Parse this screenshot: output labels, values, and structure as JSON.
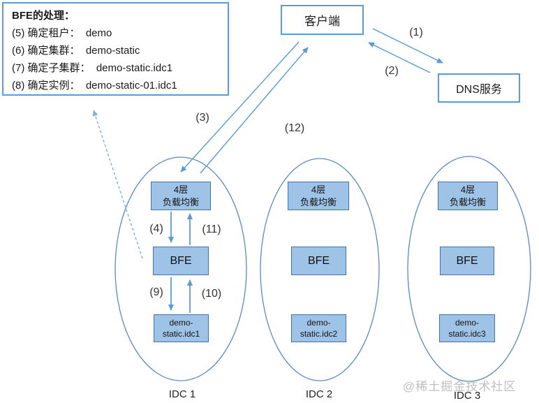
{
  "info_box": {
    "title": "BFE的处理：",
    "lines": [
      "(5) 确定租户：  demo",
      "(6) 确定集群：  demo-static",
      "(7) 确定子集群：  demo-static.idc1",
      "(8) 确定实例：  demo-static-01.idc1"
    ]
  },
  "nodes": {
    "client": "客户端",
    "dns": "DNS服务"
  },
  "idcs": [
    {
      "label": "IDC 1",
      "lb_line1": "4层",
      "lb_line2": "负载均衡",
      "bfe": "BFE",
      "backend_line1": "demo-",
      "backend_line2": "static.idc1"
    },
    {
      "label": "IDC 2",
      "lb_line1": "4层",
      "lb_line2": "负载均衡",
      "bfe": "BFE",
      "backend_line1": "demo-",
      "backend_line2": "static.idc2"
    },
    {
      "label": "IDC 3",
      "lb_line1": "4层",
      "lb_line2": "负载均衡",
      "bfe": "BFE",
      "backend_line1": "demo-",
      "backend_line2": "static.idc3"
    }
  ],
  "arrow_labels": {
    "a1": "(1)",
    "a2": "(2)",
    "a3": "(3)",
    "a4": "(4)",
    "a9": "(9)",
    "a10": "(10)",
    "a11": "(11)",
    "a12": "(12)"
  },
  "watermark": "@稀土掘金技术社区",
  "colors": {
    "arrow": "#5B9BD5",
    "dashed_arrow": "#85AEDC",
    "outlined_box_border": "#5B9BD5",
    "node_fill": "#9FC3E6",
    "node_border": "#4472A8",
    "ellipse_stroke": "#5B89BE",
    "watermark": "#BFBFBF"
  }
}
